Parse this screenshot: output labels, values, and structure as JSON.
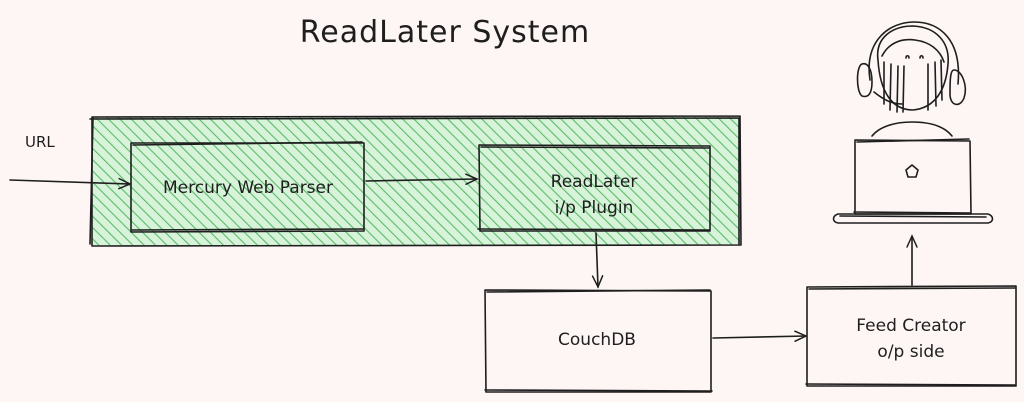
{
  "diagram": {
    "title": "ReadLater System",
    "input_label": "URL",
    "nodes": {
      "parser": {
        "label": "Mercury Web Parser"
      },
      "plugin": {
        "line1": "ReadLater",
        "line2": "i/p Plugin"
      },
      "couchdb": {
        "label": "CouchDB"
      },
      "feed": {
        "line1": "Feed Creator",
        "line2": "o/p side"
      }
    },
    "colors": {
      "group_fill": "#b2f2bb",
      "group_hatch": "#40a050",
      "stroke": "#1e1e1e",
      "background": "#fdf6f4"
    },
    "icons": {
      "reader": "person-at-laptop-icon"
    }
  }
}
